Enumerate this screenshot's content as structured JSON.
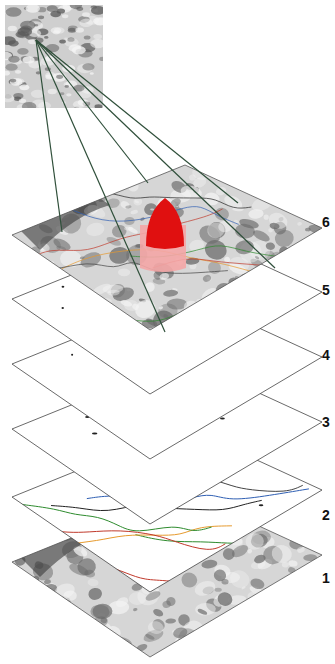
{
  "diagram": {
    "labels": [
      "6",
      "5",
      "4",
      "3",
      "2",
      "1"
    ]
  }
}
